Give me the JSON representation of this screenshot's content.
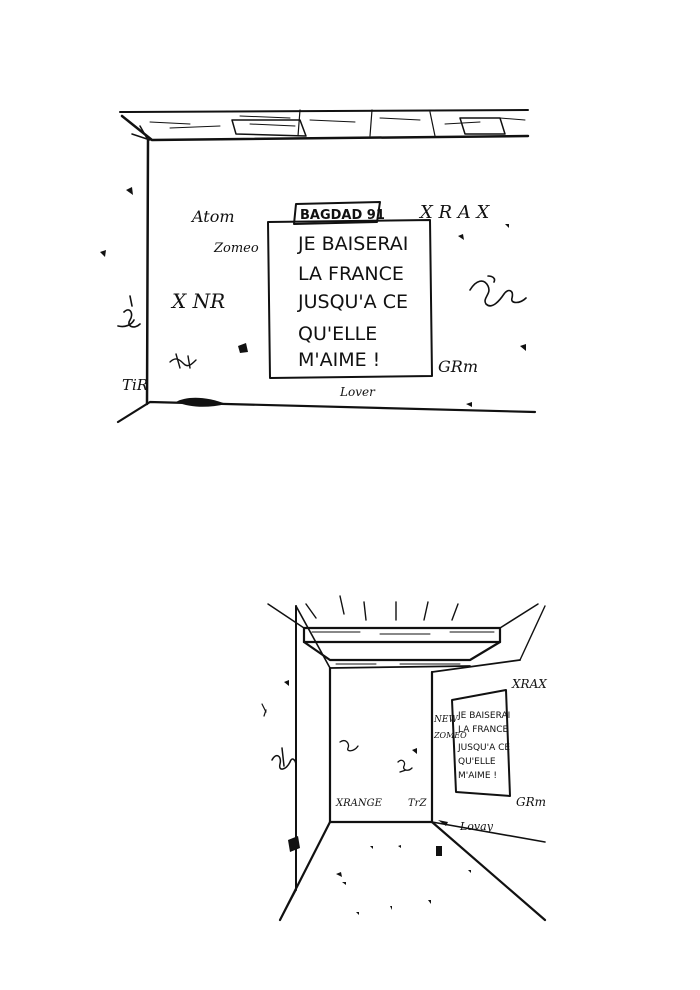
{
  "panel1": {
    "sign": "BAGDAD 91",
    "poster_lines": [
      "JE BAISERAI",
      "LA FRANCE",
      "JUSQU'A CE",
      "QU'ELLE",
      "M'AIME !"
    ],
    "tags": {
      "atom": "Atom",
      "zomeo": "Zomeo",
      "xrax": "X R A X",
      "xnr": "X NR",
      "gr": "GRm",
      "lover": "Lover",
      "tir": "TiR"
    }
  },
  "panel2": {
    "poster_lines": [
      "JE BAISERAI",
      "LA FRANCE",
      "JUSQU'A CE",
      "QU'ELLE",
      "M'AIME !"
    ],
    "tags": {
      "xrax": "XRAX",
      "new": "NEW",
      "zomeo": "ZOMEO",
      "xrange": "XRANGE",
      "trz": "TrZ",
      "lovay": "Lovay",
      "gr": "GRm"
    }
  },
  "colors": {
    "ink": "#111111",
    "paper": "#ffffff"
  }
}
